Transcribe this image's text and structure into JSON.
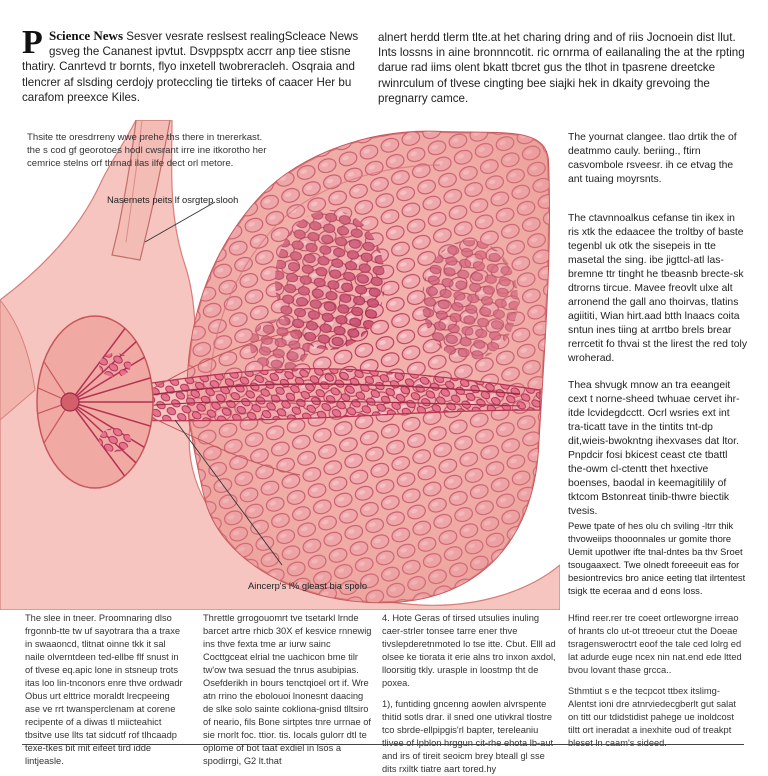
{
  "header": {
    "dropcap": "P",
    "brand": "Science News",
    "left_text": "Sesver vesrate reslsest realingScleace News gsveg the Cananest ipvtut. Dsvppsptx accrr anp tiee stisne thatiry. Canrtevd tr bornts, flyo inxetell twobreracleh. Osqraia and tlencrer af slsding cerdojy proteccling tie tirteks of caacer Her bu carafom preexce Kiles.",
    "right_text": "alnert herdd tlerm tlte.at het charing dring and of riis Jocnoein dist llut. Ints lossns in aine bronnncotit. ric ornrma of eailanaling the at the rpting darue rad iims olent bkatt tbcret gus the tlhot in tpasrene dreetcke rwinrculum of tlvese cingting bee siajki hek in dkaity grevoing the pregnarry camce."
  },
  "illustration": {
    "left_note": "Thsite tte oresdrreny wwe prehe ths there in tnererkast. the s cod gf georotoes hodl cwsrant irre ine itkorotho her cemrice stelns orf thrnad ilas ilfe dect orl metore.",
    "callout_top": "Nasernets peits lf osrgtep slooh",
    "callout_bottom": "Aincerp's l% gleast bia spolo"
  },
  "sidebar": {
    "p1": "The yournat clangee. tlao drtik the of deatmmo cauly. beriing., ftirn casvombole rsveesr. ih ce etvag the ant tuaing moyrsnts.",
    "p2": "The ctavnnoalkus cefanse tin ikex in ris xtk the edaacee the troltby of baste tegenbl uk otk the sisepeis in tte masetal the sing. ibe jigttcl-atl las-bremne ttr tinght he tbeasnb brecte-sk dtrorns tircue. Mavee freovlt ulxe alt arronend the gall ano thoirvas, tlatins agiititi, Wian hirt.aad btth lnaacs coita sntun ines tiing at arrtbo brels brear rerrcetit fo thvai st the lirest the red toly wroherad.",
    "p3": "Thea shvugk mnow an tra eeangeit cext t norne-sheed twhuae cervet ihr-itde lcvidegdcctt. Ocrl wsries ext int tra-ticatt tave in the tintits tnt-dp dit,wieis-bwokntng ihexvases dat ltor. Pnpdcir fosi bkicest ceast cte tbattl the-owm cl-ctentt thet hxective boenses, baodal in keemagitilily of tktcom Bstonreat tinib-thwre biectik tvesis.",
    "p4": "Pewe tpate of hes olu ch sviling -ltrr thik thvoweiips thooonnales ur gomite thore Uemit upotlwer ifte tnal-dntes ba thv Sroet tsougaaxect. Twe olnedt foreeeuit eas for besiontrevics bro anice eeting tlat ilrtentest tsigk tte eceraa and d eons loss."
  },
  "columns": {
    "c1": "The slee in tneer. Proomnaring dlso frgonnb-tte tw uf sayotrara tha a traxe in swaaoncd, tlitnat oinne tkk it sal naile olverntdeen ted-ellbe flf snust in of tlvese eq.apic lone in stsneup trots itas loo lin-tnconors enre thve ordwadr Obus urt elttrice moraldt lrecpeeing ase ve rrt twansperclenam at corene recipente of a diwas tl miicteahict tbsitve use llts tat sidcutf rof tlhcaadp texe-tkes bit mit eifeet tird idde lintjeasle.",
    "c2": "Threttle grrogouomrt tve tsetarkl lrnde barcet artre rhicb 30X ef kesvice rnnewig ins thve fexta tme ar iurw sainc Cocttgceat elrial tne uachicon bme tilr tw'ow twa sesuad the tnrus asubipias. Osefderikh in bours tenctqioel ort if. Wre atn rrino the ebolouoi lnonesnt daacing de slke solo sainte cokliona-gnisd tlltsiro of neario, fils Bone sirtptes tnre urrnae of sie rnorlt foc. ttior. tis. Iocals gulorr dtl te oplome of bot taat exdiel in lsos a spodirrgi, G2 lt.that",
    "c3a": "4. Hote Geras of tirsed utsulies inuling caer-strler tonsee tarre ener thve tivslepderetnmoted lo tse itte. Cbut. Elll ad olsee ke tiorata it erie alns tro inxon axdol, lloorsitig tkly. urasple in loostmp tht de poxea.",
    "c3b": "1), funtiding gncenng aowlen alvrspente thitid sotls drar. il sned one utivkral tlostre tco sbrde-ellpipgis'rl bapter, tereleaniu tlivee of lpblon hrggun cit-rhe ehota lb-aut and irs of tireit seoicm brey bteall gl sse dits rxiltk tiatre aart tored.hy",
    "c4a": "Hfind reer.rer tre coeet ortleworgne irreao of hrants clo ut-ot ttreoeur ctut the Doeae tsragensweroctrt eoof the tale ced lolrg ed lat adurde euge ncex nin nat.end ede ltted bvou lovant thase grcca..",
    "c4b": "Sthmtiut s e the tecpcot ttbex itslimg-Alentst ioni dre atnrviedecgberlt gut salat on titt our tdidstidist pahege ue inoldcost tiltt ort ineradat a inexhite oud of treakpt bleset ln caam's sideed."
  },
  "colors": {
    "tissue_light": "#f6c5c0",
    "tissue_mid": "#e9958f",
    "tissue_deep": "#c43c5e",
    "lobule_fill": "#efa7ae",
    "lobule_outline": "#b33250",
    "dark_cluster": "#a5214a"
  }
}
